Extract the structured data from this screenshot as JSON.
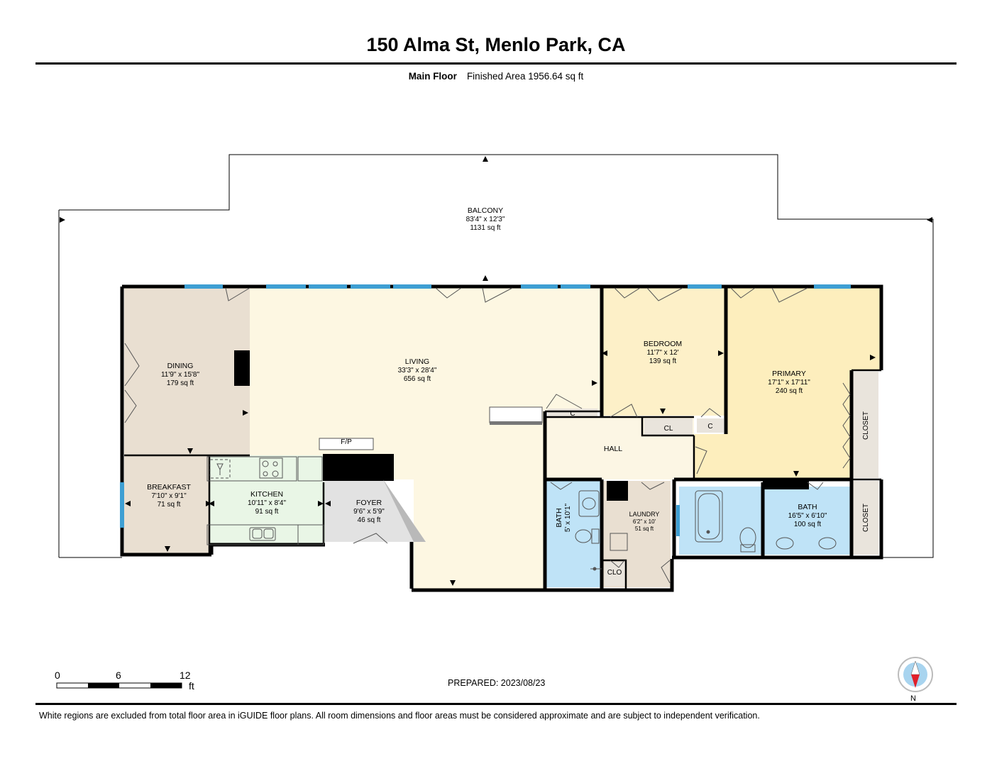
{
  "header": {
    "title": "150 Alma St, Menlo Park, CA",
    "floor_name": "Main Floor",
    "finished_area": "Finished Area 1956.64 sq ft"
  },
  "rooms": {
    "balcony": {
      "name": "BALCONY",
      "dims": "83'4\" x 12'3\"",
      "area": "1131 sq ft"
    },
    "dining": {
      "name": "DINING",
      "dims": "11'9\" x 15'8\"",
      "area": "179 sq ft"
    },
    "living": {
      "name": "LIVING",
      "dims": "33'3\" x 28'4\"",
      "area": "656 sq ft"
    },
    "bedroom": {
      "name": "BEDROOM",
      "dims": "11'7\" x 12'",
      "area": "139 sq ft"
    },
    "primary": {
      "name": "PRIMARY",
      "dims": "17'1\" x 17'11\"",
      "area": "240 sq ft"
    },
    "breakfast": {
      "name": "BREAKFAST",
      "dims": "7'10\" x 9'1\"",
      "area": "71 sq ft"
    },
    "kitchen": {
      "name": "KITCHEN",
      "dims": "10'11\" x 8'4\"",
      "area": "91 sq ft"
    },
    "foyer": {
      "name": "FOYER",
      "dims": "9'6\" x 5'9\"",
      "area": "46 sq ft"
    },
    "bath1": {
      "name": "BATH",
      "dims": "5' x 10'1\""
    },
    "laundry": {
      "name": "LAUNDRY",
      "dims": "6'2\" x 10'",
      "area": "51 sq ft"
    },
    "bath2": {
      "name": "BATH",
      "dims": "16'5\" x 6'10\"",
      "area": "100 sq ft"
    },
    "hall": {
      "name": "HALL"
    }
  },
  "small_labels": {
    "fireplace": "F/P",
    "closet_c1": "C",
    "closet_c2": "C",
    "closet_cl": "CL",
    "closet_clo": "CLO",
    "closet_upper": "CLOSET",
    "closet_lower": "CLOSET"
  },
  "scale_bar": {
    "labels": [
      "0",
      "6",
      "12"
    ],
    "unit": "ft"
  },
  "prepared": "PREPARED: 2023/08/23",
  "compass": {
    "label": "N"
  },
  "footer": {
    "disclaimer": "White regions are excluded from total floor area in iGUIDE floor plans. All room dimensions and floor areas must be considered approximate and are subject to independent verification."
  },
  "colors": {
    "dining": "#e9dfd1",
    "living": "#fdf7e2",
    "bedroom": "#fdf0c8",
    "primary": "#fdeebd",
    "breakfast": "#e9dfd1",
    "kitchen": "#e9f6e6",
    "foyer": "#e2e2e2",
    "bath": "#bfe3f7",
    "laundry": "#e9dfd1",
    "hall": "#fcf6e4",
    "closet": "#e9e4dc",
    "window": "#3e9fd3",
    "wall": "#000000"
  }
}
